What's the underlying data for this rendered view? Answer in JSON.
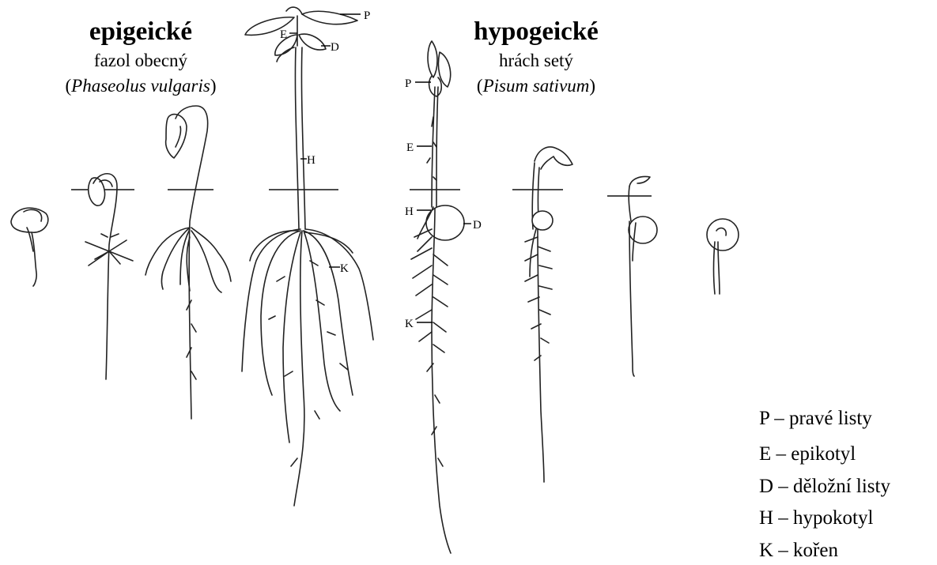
{
  "epigeic": {
    "title": "epigeické",
    "common_name": "fazol obecný",
    "latin_open": "(",
    "latin_name": "Phaseolus vulgaris",
    "latin_close": ")"
  },
  "hypogeic": {
    "title": "hypogeické",
    "common_name": "hrách setý",
    "latin_open": "(",
    "latin_name": "Pisum sativum",
    "latin_close": ")"
  },
  "bean_labels": {
    "p": "P",
    "e": "E",
    "d": "D",
    "h": "H",
    "k": "K"
  },
  "pea_labels": {
    "p": "P",
    "e": "E",
    "h": "H",
    "d": "D",
    "k": "K"
  },
  "legend": [
    {
      "text": "P – pravé listy"
    },
    {
      "text": "E – epikotyl"
    },
    {
      "text": "D – děložní listy"
    },
    {
      "text": "H – hypokotyl"
    },
    {
      "text": "K – kořen"
    }
  ]
}
